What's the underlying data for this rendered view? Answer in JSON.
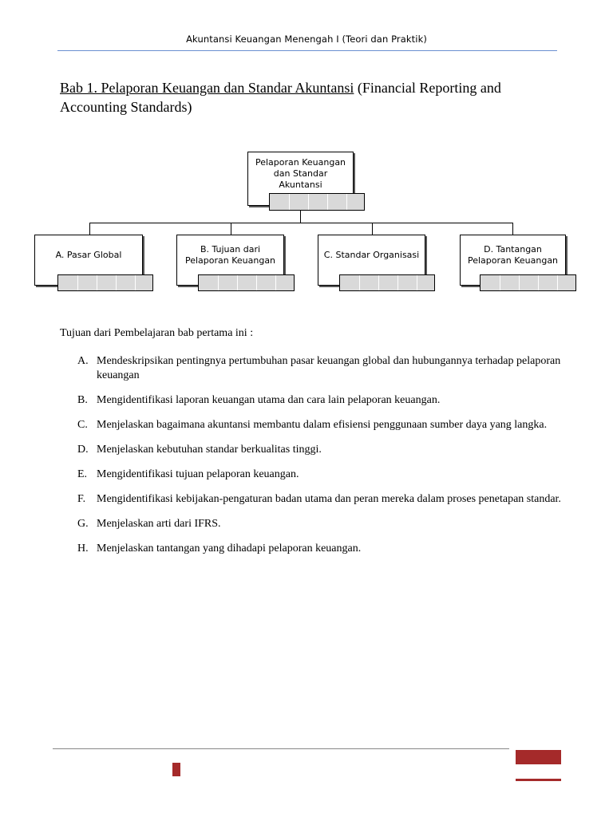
{
  "header": {
    "title": "Akuntansi Keuangan Menengah I (Teori dan Praktik)"
  },
  "chapter": {
    "title_underlined": "Bab 1. Pelaporan Keuangan dan Standar Akuntansi",
    "title_rest": " (Financial Reporting and Accounting Standards)"
  },
  "org_chart": {
    "root": "Pelaporan Keuangan dan Standar Akuntansi",
    "children": [
      "A. Pasar Global",
      "B. Tujuan dari Pelaporan Keuangan",
      "C. Standar Organisasi",
      "D. Tantangan Pelaporan Keuangan"
    ]
  },
  "objectives": {
    "intro": "Tujuan dari Pembelajaran bab pertama ini :",
    "items": [
      {
        "marker": "A.",
        "text": "Mendeskripsikan pentingnya pertumbuhan pasar keuangan global dan hubungannya terhadap pelaporan keuangan"
      },
      {
        "marker": "B.",
        "text": "Mengidentifikasi laporan keuangan utama dan cara lain pelaporan keuangan."
      },
      {
        "marker": "C.",
        "text": "Menjelaskan bagaimana akuntansi membantu dalam efisiensi penggunaan sumber daya yang langka."
      },
      {
        "marker": "D.",
        "text": "Menjelaskan kebutuhan standar berkualitas tinggi."
      },
      {
        "marker": "E.",
        "text": "Mengidentifikasi tujuan pelaporan keuangan."
      },
      {
        "marker": "F.",
        "text": "Mengidentifikasi kebijakan-pengaturan badan utama dan peran mereka dalam proses penetapan standar."
      },
      {
        "marker": "G.",
        "text": "Menjelaskan arti dari IFRS."
      },
      {
        "marker": "H.",
        "text": "Menjelaskan tantangan yang dihadapi pelaporan keuangan."
      }
    ]
  },
  "colors": {
    "header_rule": "#6a8fd0",
    "footer_accent": "#a52a2a"
  }
}
